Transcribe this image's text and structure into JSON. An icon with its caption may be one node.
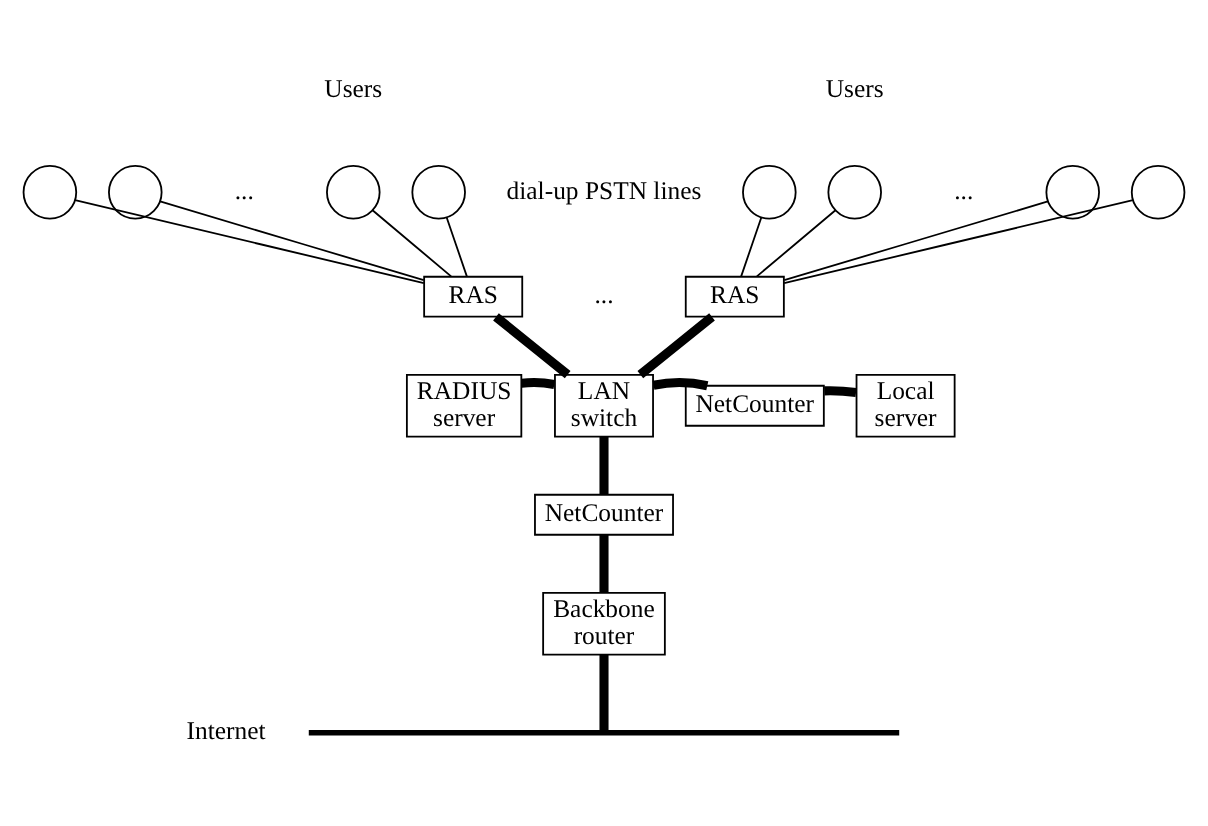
{
  "diagram": {
    "nodes": [
      {
        "text": [],
        "shape": "circle"
      },
      {
        "text": [],
        "shape": "circle"
      },
      {
        "text": [],
        "shape": "circle"
      },
      {
        "text": [],
        "shape": "circle"
      },
      {
        "text": [
          "RAS"
        ]
      },
      {
        "text": [],
        "shape": "circle"
      },
      {
        "text": [],
        "shape": "circle"
      },
      {
        "text": [],
        "shape": "circle"
      },
      {
        "text": [],
        "shape": "circle"
      },
      {
        "text": [
          "RAS"
        ]
      },
      {
        "text": [
          "RADIUS server"
        ]
      },
      {
        "text": [
          "LAN switch"
        ]
      },
      {
        "text": [
          "NetCounter"
        ]
      },
      {
        "text": [
          "Local server"
        ]
      },
      {
        "text": [
          "NetCounter"
        ]
      },
      {
        "text": [
          "Backbone router"
        ]
      },
      {
        "text": [],
        "shape": "bar",
        "beside": [
          "Internet"
        ]
      }
    ],
    "edges": [
      {
        "from": 0,
        "to": 4,
        "arrow": "none"
      },
      {
        "from": 1,
        "to": 4,
        "arrow": "none"
      },
      {
        "from": 2,
        "to": 4,
        "arrow": "none"
      },
      {
        "from": 3,
        "to": 4,
        "arrow": "none"
      },
      {
        "from": 5,
        "to": 9,
        "arrow": "none"
      },
      {
        "from": 6,
        "to": 9,
        "arrow": "none"
      },
      {
        "from": 7,
        "to": 9,
        "arrow": "none"
      },
      {
        "from": 8,
        "to": 9,
        "arrow": "none"
      },
      {
        "from": 4,
        "to": 11,
        "arrow": "none",
        "style": "thick"
      },
      {
        "from": 9,
        "to": 11,
        "arrow": "none",
        "style": "thick"
      },
      {
        "from": 10,
        "to": 11,
        "arrow": "none",
        "style": "thick"
      },
      {
        "from": 11,
        "to": 12,
        "arrow": "none",
        "style": "thick"
      },
      {
        "from": 12,
        "to": 13,
        "arrow": "none",
        "style": "thick"
      },
      {
        "from": 11,
        "to": 14,
        "arrow": "none",
        "style": "thick"
      },
      {
        "from": 14,
        "to": 15,
        "arrow": "none",
        "style": "thick"
      },
      {
        "from": 15,
        "to": 16,
        "arrow": "none",
        "style": "thick"
      }
    ],
    "labels": [
      "Users",
      "...",
      "Users",
      "...",
      "dial-up PSTN lines",
      "..."
    ]
  }
}
